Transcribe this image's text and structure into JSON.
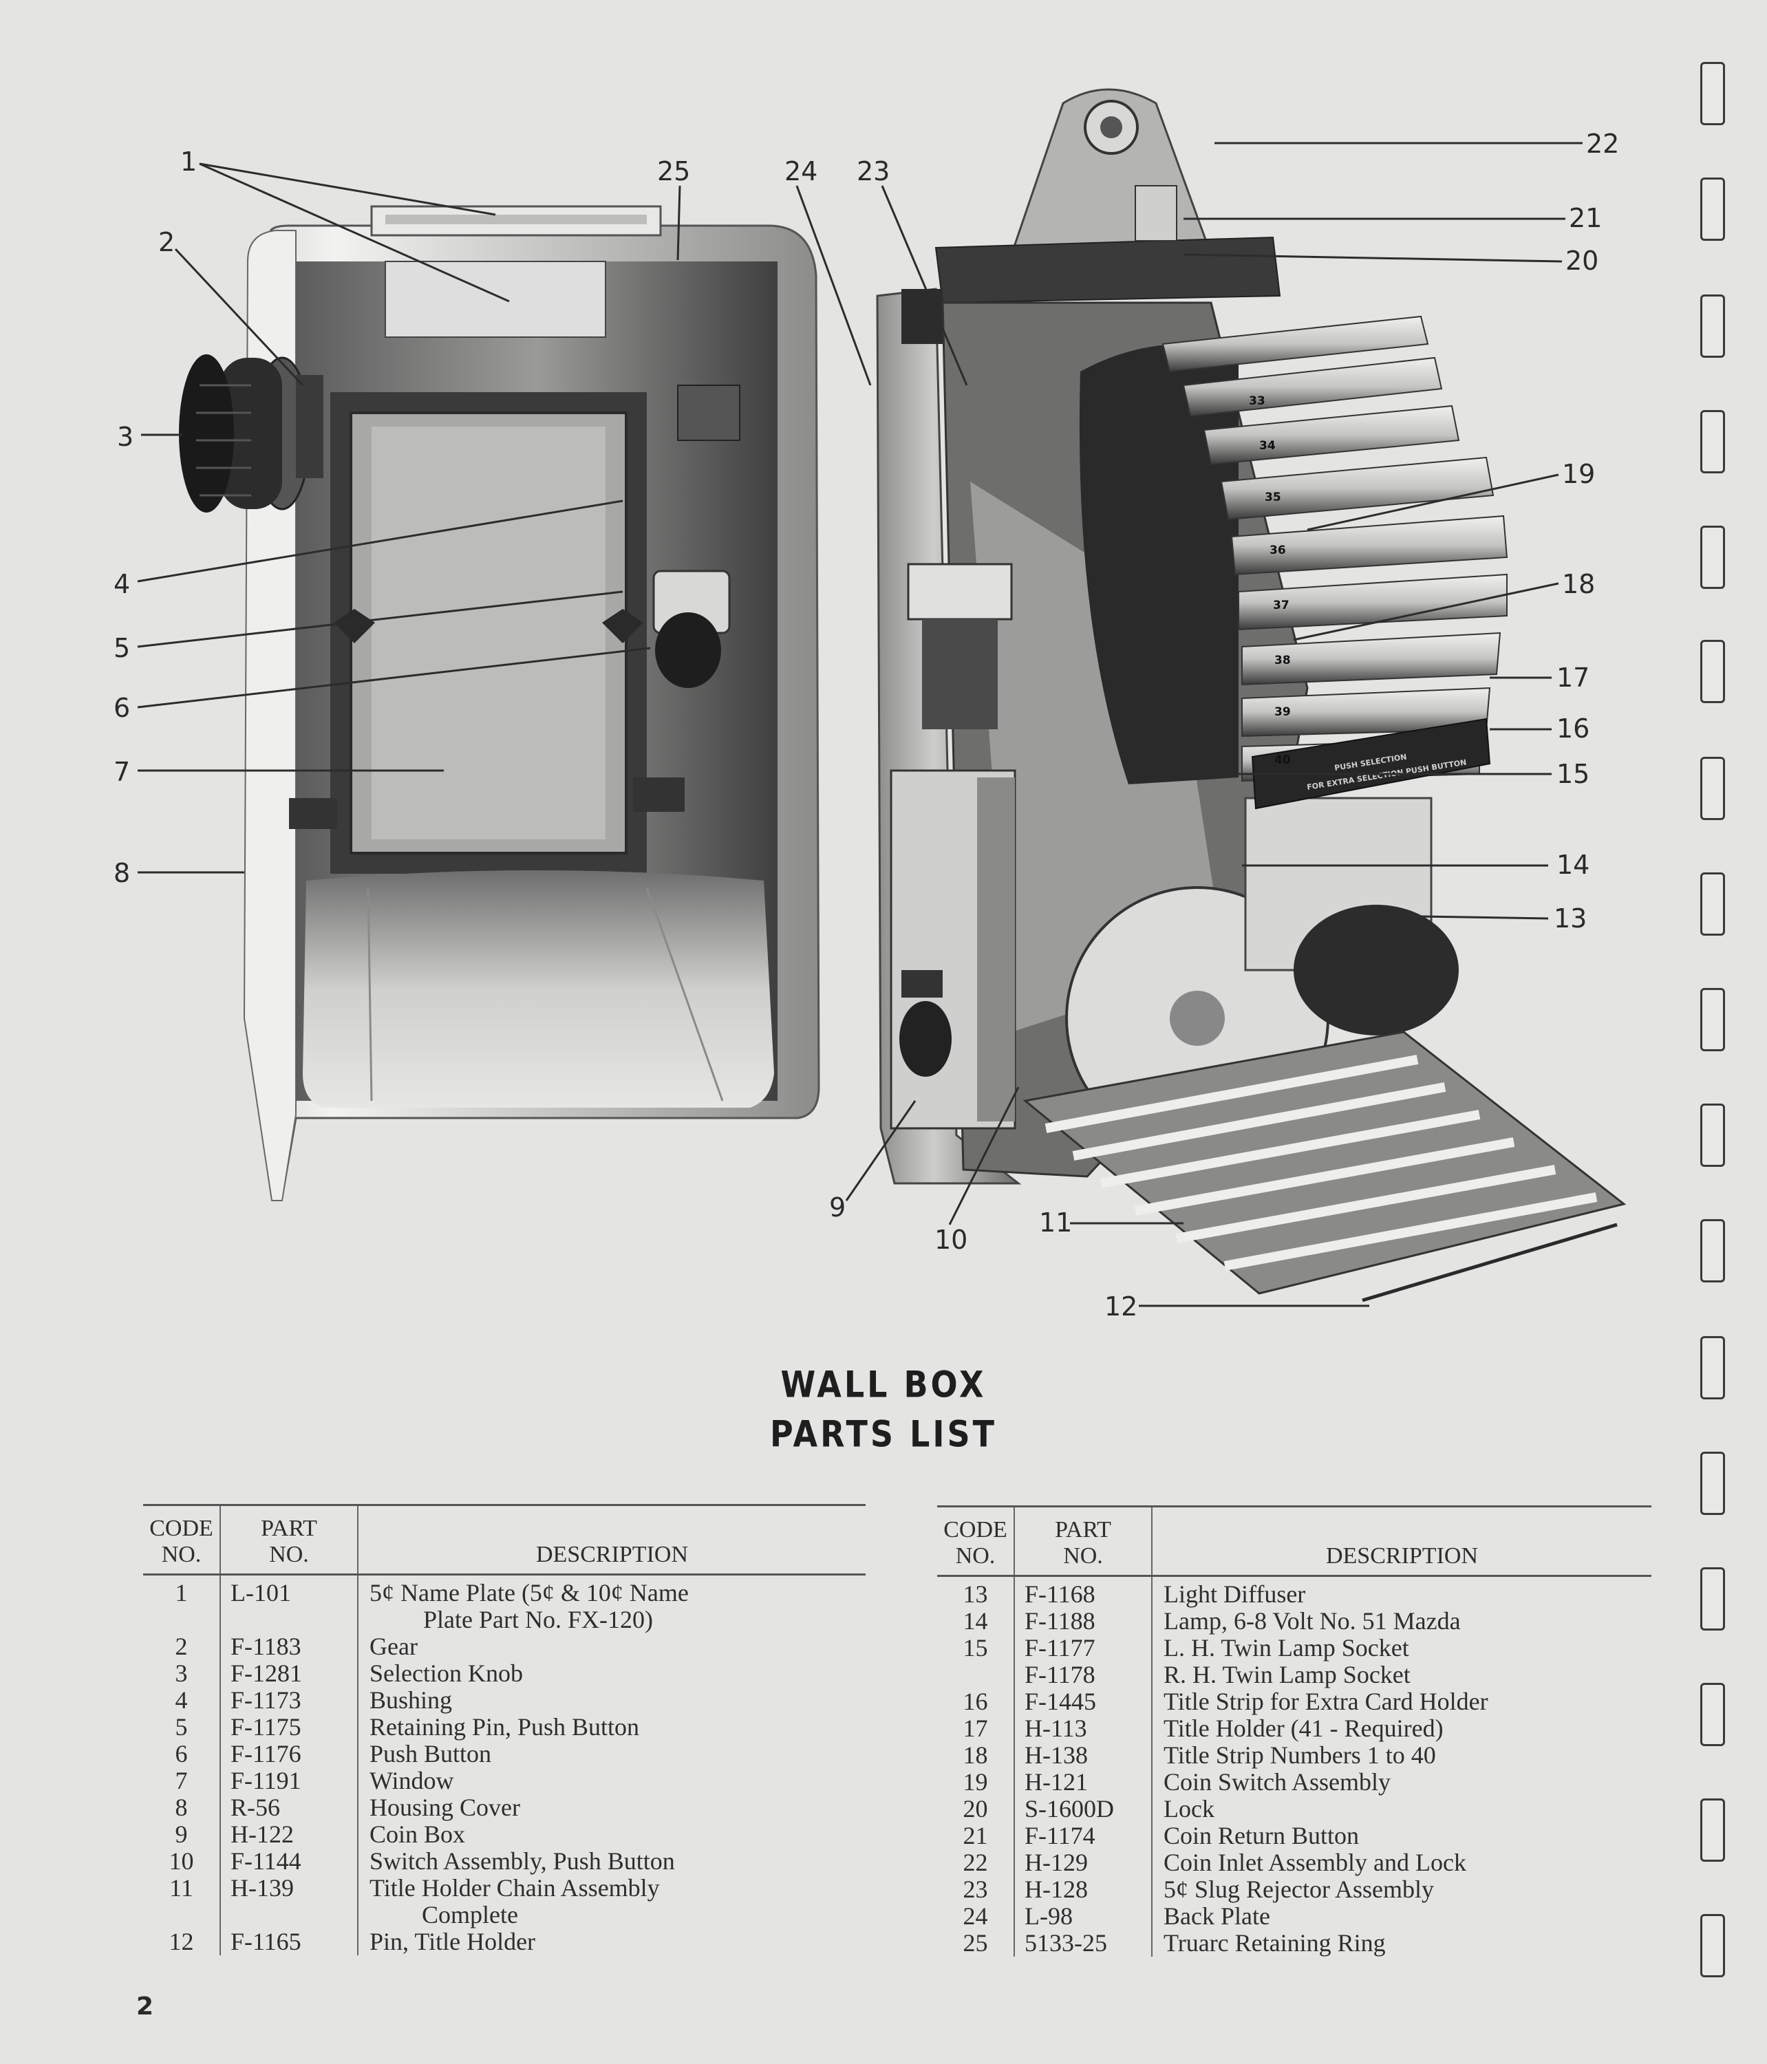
{
  "figure": {
    "callouts": [
      "1",
      "2",
      "3",
      "4",
      "5",
      "6",
      "7",
      "8",
      "9",
      "10",
      "11",
      "12",
      "13",
      "14",
      "15",
      "16",
      "17",
      "18",
      "19",
      "20",
      "21",
      "22",
      "23",
      "24",
      "25"
    ],
    "strip_numbers": [
      "33",
      "34",
      "35",
      "36",
      "37",
      "38",
      "39",
      "40"
    ],
    "plate_text": [
      "PUSH SELECTION",
      "FOR EXTRA SELECTION PUSH BUTTON"
    ]
  },
  "title": {
    "line1": "WALL BOX",
    "line2": "PARTS LIST"
  },
  "table_headers": {
    "code": [
      "CODE",
      "NO."
    ],
    "part": [
      "PART",
      "NO."
    ],
    "description": "DESCRIPTION"
  },
  "parts_left": [
    {
      "code": "1",
      "part": "L-101",
      "desc": "5¢ Name Plate (5¢ & 10¢ Name",
      "desc2": "Plate Part No. FX-120)"
    },
    {
      "code": "2",
      "part": "F-1183",
      "desc": "Gear"
    },
    {
      "code": "3",
      "part": "F-1281",
      "desc": "Selection Knob"
    },
    {
      "code": "4",
      "part": "F-1173",
      "desc": "Bushing"
    },
    {
      "code": "5",
      "part": "F-1175",
      "desc": "Retaining Pin, Push Button"
    },
    {
      "code": "6",
      "part": "F-1176",
      "desc": "Push Button"
    },
    {
      "code": "7",
      "part": "F-1191",
      "desc": "Window"
    },
    {
      "code": "8",
      "part": "R-56",
      "desc": "Housing Cover"
    },
    {
      "code": "9",
      "part": "H-122",
      "desc": "Coin Box"
    },
    {
      "code": "10",
      "part": "F-1144",
      "desc": "Switch Assembly, Push Button"
    },
    {
      "code": "11",
      "part": "H-139",
      "desc": "Title  Holder Chain Assembly",
      "desc2": "Complete"
    },
    {
      "code": "12",
      "part": "F-1165",
      "desc": "Pin, Title Holder"
    }
  ],
  "parts_right": [
    {
      "code": "13",
      "part": "F-1168",
      "desc": "Light Diffuser"
    },
    {
      "code": "14",
      "part": "F-1188",
      "desc": "Lamp, 6-8 Volt No. 51 Mazda"
    },
    {
      "code": "15",
      "part": "F-1177",
      "desc": "L. H. Twin Lamp Socket"
    },
    {
      "code": "",
      "part": "F-1178",
      "desc": "R. H. Twin Lamp Socket"
    },
    {
      "code": "16",
      "part": "F-1445",
      "desc": "Title Strip for Extra Card Holder"
    },
    {
      "code": "17",
      "part": "H-113",
      "desc": "Title Holder (41 - Required)"
    },
    {
      "code": "18",
      "part": "H-138",
      "desc": "Title Strip Numbers 1 to 40"
    },
    {
      "code": "19",
      "part": "H-121",
      "desc": "Coin Switch Assembly"
    },
    {
      "code": "20",
      "part": "S-1600D",
      "desc": "Lock"
    },
    {
      "code": "21",
      "part": "F-1174",
      "desc": "Coin Return Button"
    },
    {
      "code": "22",
      "part": "H-129",
      "desc": "Coin Inlet Assembly and Lock"
    },
    {
      "code": "23",
      "part": "H-128",
      "desc": "5¢ Slug Rejector Assembly"
    },
    {
      "code": "24",
      "part": "L-98",
      "desc": "Back Plate"
    },
    {
      "code": "25",
      "part": "5133-25",
      "desc": "Truarc Retaining Ring"
    }
  ],
  "page_number": "2"
}
